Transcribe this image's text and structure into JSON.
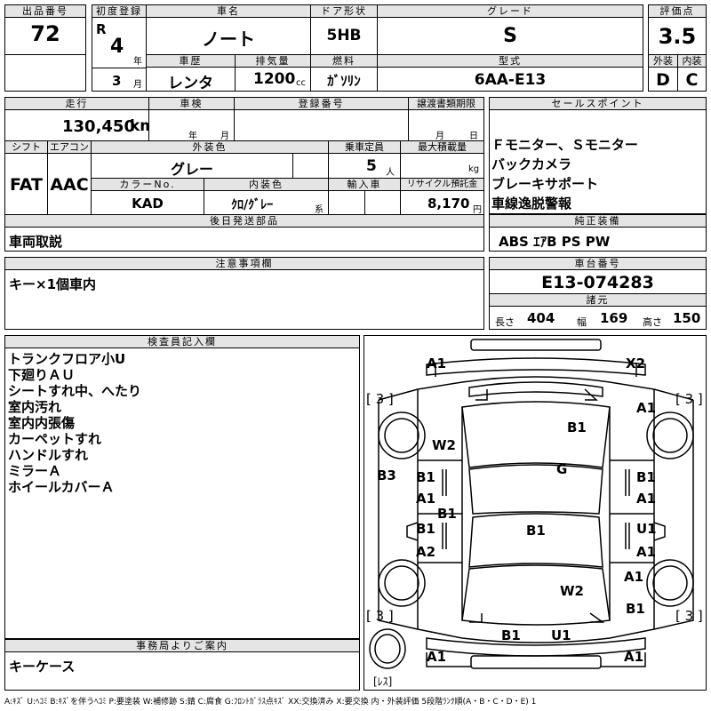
{
  "header": {
    "lot_no_label": "出品番号",
    "lot_no": "72",
    "first_reg_label": "初度登録",
    "era": "R",
    "year": "4",
    "year_unit": "年",
    "month": "3",
    "month_unit": "月",
    "car_name_label": "車名",
    "car_name": "ノート",
    "history_label": "車歴",
    "history": "レンタ",
    "displacement_label": "排気量",
    "displacement": "1200",
    "displacement_unit": "cc",
    "door_label": "ドア形状",
    "door": "5HB",
    "fuel_label": "燃料",
    "fuel": "ｶﾞｿﾘﾝ",
    "grade_label": "グレード",
    "grade": "S",
    "model_label": "型式",
    "model": "6AA-E13",
    "score_label": "評価点",
    "score": "3.5",
    "exterior_label": "外装",
    "exterior": "D",
    "interior_label": "内装",
    "interior": "C"
  },
  "row2": {
    "mileage_label": "走行",
    "mileage": "130,450",
    "mileage_unit": "km",
    "inspection_label": "車検",
    "inspection_year_unit": "年",
    "inspection_month_unit": "月",
    "reg_no_label": "登録番号",
    "transfer_label": "譲渡書類期限",
    "transfer_month_unit": "月",
    "transfer_day_unit": "日",
    "shift_label": "シフト",
    "shift": "FAT",
    "ac_label": "エアコン",
    "ac": "AAC",
    "ext_color_label": "外装色",
    "ext_color": "グレー",
    "capacity_label": "乗車定員",
    "capacity": "5",
    "capacity_unit": "人",
    "max_load_label": "最大積載量",
    "max_load_unit": "kg",
    "color_no_label": "カラーNo.",
    "color_no": "KAD",
    "int_color_label": "内装色",
    "int_color": "ｸﾛ/ｸﾞﾚｰ",
    "int_color_unit": "系",
    "import_label": "輸入車",
    "recycle_label": "リサイクル預託金",
    "recycle": "8,170",
    "recycle_unit": "円"
  },
  "later_parts": {
    "label": "後日発送部品",
    "value": "車両取説"
  },
  "sales_points": {
    "label": "セールスポイント",
    "items": [
      "Ｆモニター、Ｓモニター",
      "バックカメラ",
      "ブレーキサポート",
      "車線逸脱警報"
    ]
  },
  "equipment": {
    "label": "純正装備",
    "value": "ABS ｴｱB PS PW"
  },
  "caution": {
    "label": "注意事項欄",
    "value": "キー×1個車内"
  },
  "chassis": {
    "label": "車台番号",
    "value": "E13-074283",
    "spec_label": "諸元",
    "length_label": "長さ",
    "length": "404",
    "width_label": "幅",
    "width": "169",
    "height_label": "高さ",
    "height": "150"
  },
  "inspector": {
    "label": "検査員記入欄",
    "notes": [
      "トランクフロア小U",
      "下廻りＡＵ",
      "シートすれ中、へたり",
      "室内汚れ",
      "室内内張傷",
      "カーペットすれ",
      "ハンドルすれ",
      "ミラーＡ",
      "ホイールカバーＡ"
    ]
  },
  "office": {
    "label": "事務局よりご案内",
    "value": "キーケース"
  },
  "diagram": {
    "marks": {
      "top_left": "A1",
      "top_right": "X2",
      "b3": "[ 3 ]",
      "b3r": "[ 3 ]",
      "rear_right_a1": "A1",
      "roof_b1": "B1",
      "w2_left": "W2",
      "g": "G",
      "b3_side": "B3",
      "ldoor1_b1": "B1",
      "ldoor1_a1": "A1",
      "center_b1": "B1",
      "rdoor1_b1": "B1",
      "rdoor1_a1": "A1",
      "ldoor2_b1": "B1",
      "ldoor2_a2": "A2",
      "hood_b1": "B1",
      "rdoor2_u1": "U1",
      "rdoor2_a1": "A1",
      "front_right_a1": "A1",
      "w2_front": "W2",
      "right_b1": "B1",
      "b3_bl": "[ 3 ]",
      "b3_br": "[ 3 ]",
      "bumper_b1": "B1",
      "bumper_u1": "U1",
      "bottom_left_a1": "A1",
      "bottom_right_a1": "A1",
      "spare_label": "[ﾚｽ]"
    }
  },
  "legend": "A:ｷｽﾞ U:ﾍｺﾐ B:ｷｽﾞを伴うﾍｺﾐ P:要塗装 W:補修跡 S:錆 C:腐食 G:ﾌﾛﾝﾄｶﾞﾗｽ点ｷｽﾞ XX:交換済み X:要交換 内・外装評価 5段階ﾗﾝｸ順(A・B・C・D・E) 1"
}
